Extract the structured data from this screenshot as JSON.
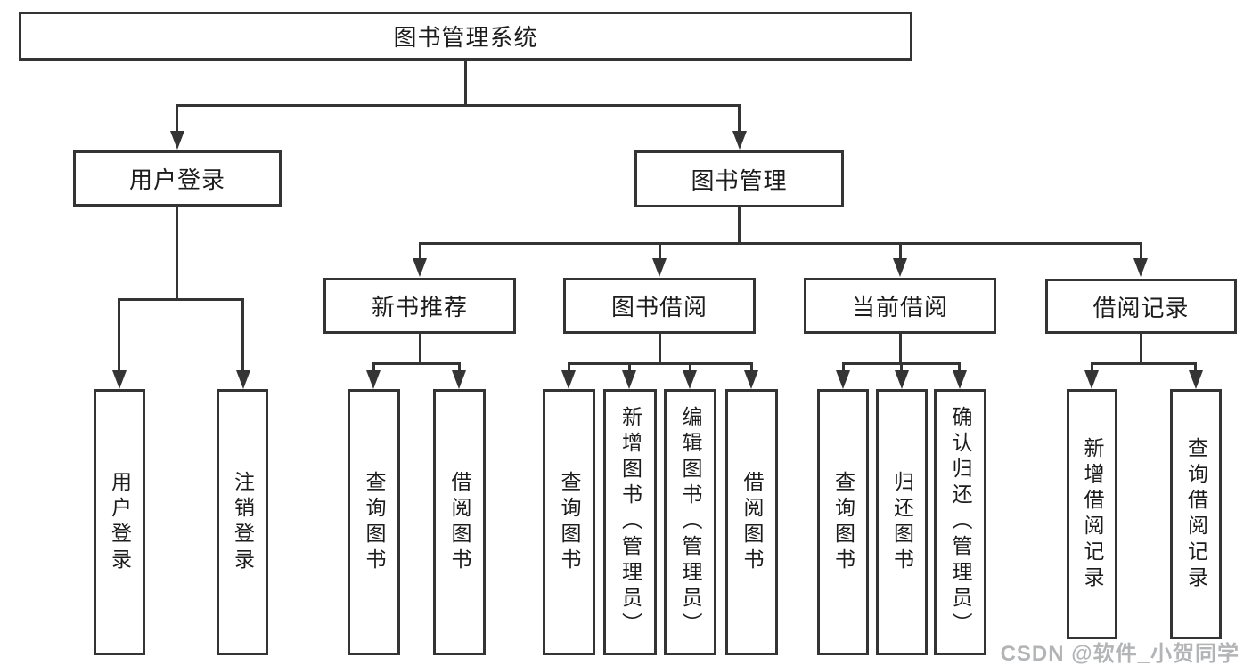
{
  "tree": {
    "root": "图书管理系统",
    "branches": [
      {
        "label": "用户登录",
        "children": [
          "用户登录",
          "注销登录"
        ]
      },
      {
        "label": "图书管理",
        "groups": [
          {
            "label": "新书推荐",
            "children": [
              "查询图书",
              "借阅图书"
            ]
          },
          {
            "label": "图书借阅",
            "children": [
              "查询图书",
              "新增图书（管理员）",
              "编辑图书（管理员）",
              "借阅图书"
            ]
          },
          {
            "label": "当前借阅",
            "children": [
              "查询图书",
              "归还图书",
              "确认归还（管理员）"
            ]
          },
          {
            "label": "借阅记录",
            "children": [
              "新增借阅记录",
              "查询借阅记录"
            ]
          }
        ]
      }
    ]
  },
  "watermark": {
    "text": "CSDN @软件_小贺同学"
  },
  "colors": {
    "line": "#343434",
    "text": "#1c1c1c",
    "watermark": "#b3b4b6",
    "background": "#ffffff"
  }
}
